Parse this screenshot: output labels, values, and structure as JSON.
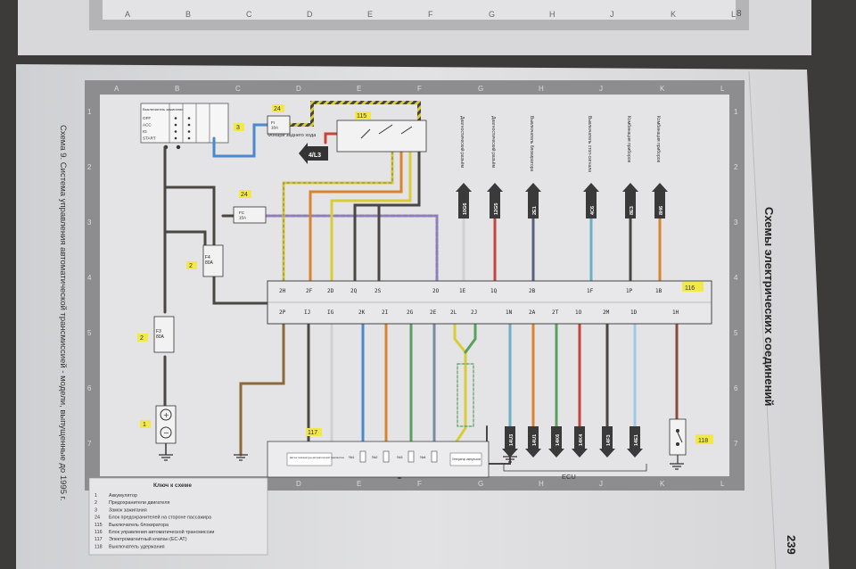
{
  "top_page": {
    "column_letters": [
      "A",
      "B",
      "C",
      "D",
      "E",
      "F",
      "G",
      "H",
      "J",
      "K",
      "L"
    ],
    "row_number": "8"
  },
  "page": {
    "number": "239",
    "section_title": "Схемы электрических соединений",
    "caption": "Схема 9. Система управления автоматической трансмиссией - модели, выпущенные до 1995 г."
  },
  "grid": {
    "columns": [
      "A",
      "B",
      "C",
      "D",
      "E",
      "F",
      "G",
      "H",
      "J",
      "K",
      "L"
    ],
    "rows": [
      "1",
      "2",
      "3",
      "4",
      "5",
      "6",
      "7"
    ]
  },
  "ignition_table": {
    "header": "Выключатель зажигания",
    "positions": [
      "OFF",
      "ACC",
      "IG",
      "START"
    ]
  },
  "components": {
    "fuse_tail": {
      "callout": "24",
      "label": "FI\n10A"
    },
    "fuse_ecu": {
      "callout": "24",
      "label": "FC\n15A"
    },
    "switch_box": {
      "callout": "115"
    },
    "fuse_f4": {
      "callout": "2",
      "label": "F4\n80A"
    },
    "fuse_f3": {
      "callout": "2",
      "label": "F3\n80A"
    },
    "battery": {
      "callout": "1"
    },
    "ignition_callout": "3",
    "ecu": {
      "callout": "116",
      "label": "ECU"
    },
    "sensor_block": {
      "callout": "117",
      "sensor_label": "Датчик температуры автоматической трансмиссии",
      "solenoids": [
        "№1",
        "№2",
        "№3",
        "№4"
      ],
      "generator_label": "Генератор импульсов"
    },
    "switch_118": {
      "callout": "118"
    }
  },
  "tail_lamp": {
    "label": "Фонари заднего хода",
    "connector": "4/L3"
  },
  "ecu_top_pins": [
    "2H",
    "2F",
    "2D",
    "2Q",
    "2S",
    "2O",
    "1E",
    "1Q",
    "2B",
    "1F",
    "1P",
    "1B"
  ],
  "ecu_bottom_pins": [
    "2P",
    "IJ",
    "IG",
    "2K",
    "2I",
    "2G",
    "2E",
    "2L",
    "2J",
    "1N",
    "2A",
    "2T",
    "1O",
    "2M",
    "1D",
    "1H"
  ],
  "top_connectors": [
    {
      "code": "10G6",
      "label": "Диагностический разъём"
    },
    {
      "code": "12G5",
      "label": "Диагностический разъём"
    },
    {
      "code": "2E1",
      "label": "Выключатель блокиратора"
    },
    {
      "code": "4C6",
      "label": "Выключатель стоп-сигнала"
    },
    {
      "code": "8E3",
      "label": "Комбинация приборов"
    },
    {
      "code": "8H6",
      "label": "Комбинация приборов"
    }
  ],
  "bottom_connectors": [
    "14U3",
    "14U1",
    "14K6",
    "14K4",
    "14F3",
    "14E1"
  ],
  "legend": {
    "title": "Ключ к схеме",
    "items": [
      {
        "num": "1",
        "text": "Аккумулятор"
      },
      {
        "num": "2",
        "text": "Предохранители двигателя"
      },
      {
        "num": "3",
        "text": "Замок зажигания"
      },
      {
        "num": "24",
        "text": "Блок предохранителей на стороне пассажира"
      },
      {
        "num": "115",
        "text": "Выключатель блокиратора"
      },
      {
        "num": "116",
        "text": "Блок управления автоматической трансмиссии"
      },
      {
        "num": "117",
        "text": "Электромагнитный клапан (ЕС-АТ)"
      },
      {
        "num": "118",
        "text": "Выключатель удержания"
      }
    ]
  },
  "colors": {
    "page": "#dcdcde",
    "frame": "#8d8d90",
    "highlight": "#f2e84a",
    "wire_blue": "#4a88d0",
    "wire_red": "#c8433a",
    "wire_orange": "#d9832d",
    "wire_yellow": "#d9cc3a",
    "wire_green": "#58a060",
    "wire_dark": "#4a4642"
  }
}
